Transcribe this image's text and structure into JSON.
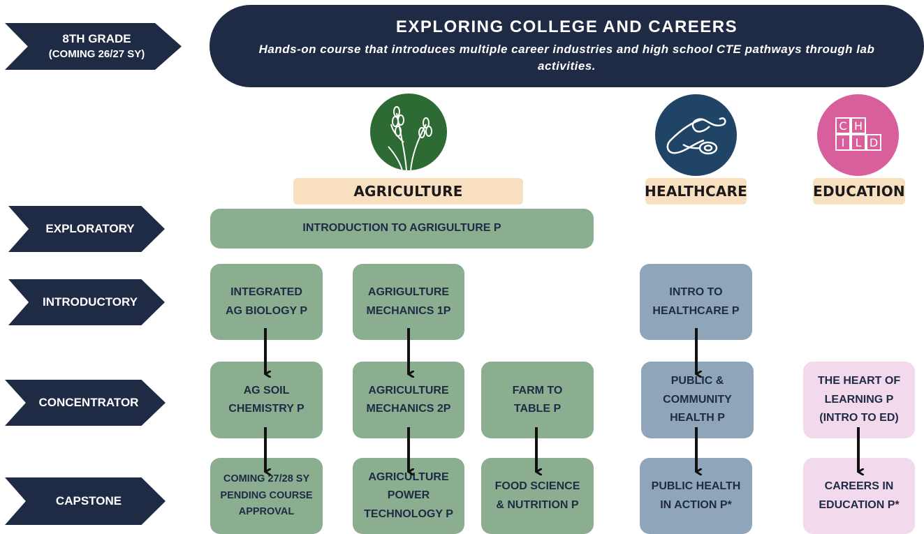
{
  "levels": {
    "grade8": "8TH GRADE",
    "grade8_sub": "(COMING 26/27 SY)",
    "exploratory": "EXPLORATORY",
    "introductory": "INTRODUCTORY",
    "concentrator": "CONCENTRATOR",
    "capstone": "CAPSTONE"
  },
  "banner": {
    "title": "EXPLORING COLLEGE AND CAREERS",
    "description": "Hands-on course that introduces multiple career industries and high school CTE pathways through lab activities."
  },
  "icons": {
    "agriculture": "wheat-icon",
    "healthcare": "stethoscope-icon",
    "education": "child-blocks-icon",
    "education_letters": [
      "C",
      "H",
      "I",
      "L",
      "D"
    ]
  },
  "colors": {
    "navy": "#1f2a44",
    "agriculture_circle": "#2e6b34",
    "healthcare_circle": "#1f4466",
    "education_circle": "#d95f9c",
    "label_bg": "#f7dfc0",
    "agriculture_box": "#8aae8f",
    "healthcare_box": "#8fa6ba",
    "education_box": "#f2d9ec"
  },
  "pathways": {
    "agriculture": {
      "label": "AGRICULTURE",
      "exploratory": "INTRODUCTION TO AGRIGULTURE P",
      "col1": {
        "intro": "INTEGRATED\nAG BIOLOGY P",
        "concentrator": "AG SOIL\nCHEMISTRY P",
        "capstone": "COMING 27/28 SY\nPENDING COURSE\nAPPROVAL"
      },
      "col2": {
        "intro": "AGRIGULTURE\nMECHANICS 1P",
        "concentrator": "AGRICULTURE\nMECHANICS 2P",
        "capstone": "AGRICULTURE\nPOWER\nTECHNOLOGY P"
      },
      "col3": {
        "concentrator": "FARM TO\nTABLE P",
        "capstone": "FOOD SCIENCE\n& NUTRITION P"
      }
    },
    "healthcare": {
      "label": "HEALTHCARE",
      "intro": "INTRO TO\nHEALTHCARE P",
      "concentrator": "PUBLIC &\nCOMMUNITY\nHEALTH P",
      "capstone": "PUBLIC HEALTH\nIN ACTION P*"
    },
    "education": {
      "label": "EDUCATION",
      "concentrator": "THE HEART OF\nLEARNING P\n(INTRO TO ED)",
      "capstone": "CAREERS IN\nEDUCATION P*"
    }
  }
}
